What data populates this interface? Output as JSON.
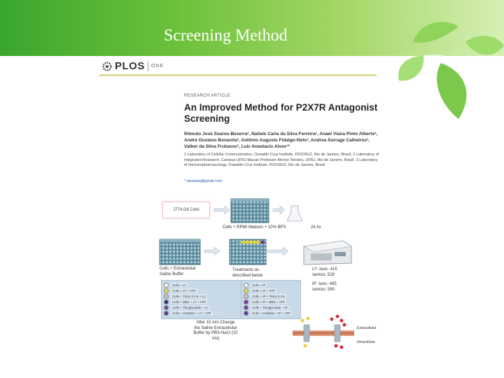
{
  "slide": {
    "title": "Screening Method"
  },
  "paper": {
    "journal": "PLOS",
    "journal_sub": "ONE",
    "article_type": "RESEARCH ARTICLE",
    "title": "An Improved Method for P2X7R Antagonist Screening",
    "authors": "Rômulo José Soares-Bezerra¹, Natiele Carla da Silva Ferreira¹, Anael Viana Pinto Alberto¹, André Gustavo Bonavita², Antônio Augusto Fidalgo-Neto¹, Andrea Surrage Calheiros³, Valber da Silva Frutuoso³, Luiz Anastacio Alves¹*",
    "affiliations": "1 Laboratory of Cellular Communication, Oswaldo Cruz Institute, FIOCRUZ, Rio de Janeiro, Brazil, 2 Laboratory of Integrated Research, Campus UFRJ Macaé Professor Aloísio Teixeira, UFRJ, Rio de Janeiro, Brazil, 3 Laboratory of Immunopharmacology, Oswaldo Cruz Institute, FIOCRUZ, Rio de Janeiro, Brazil",
    "email": "* alveslaa@gmail.com"
  },
  "scheme": {
    "cells_label": "J774.G8 Cells",
    "medium_label": "Cells + RPMI Medium + 10% BFS",
    "time_label": "24 hs",
    "saline_label": "Cells + Extracelular Saline Buffer",
    "treatments_label": "Treatments as described below",
    "ly_label": "LY: λexc: 415 λemiss: 528",
    "ip_label": "IP: λexc: 485 λemiss: 590",
    "after_label": "After 15 min Change the Saline Extracellular Buffer by PBS-NaCl (10 Vm)",
    "extracellular_label": "Extracellular",
    "intracellular_label": "Intracellular",
    "left_rows": [
      {
        "label": "Cells + LY",
        "color": "#ffffff"
      },
      {
        "label": "Cells + LY + ATP",
        "color": "#f0e040"
      },
      {
        "label": "Cells + Triton 0.1% + LY",
        "color": "#c8c8c8"
      },
      {
        "label": "Cells + BBG + LY + ATP",
        "color": "#3a2a8a"
      },
      {
        "label": "Cells + Thioglycolate + LY",
        "color": "#6a4aa8"
      },
      {
        "label": "Cells + Ouabain + LY + ATP",
        "color": "#5a3a9a"
      }
    ],
    "right_rows": [
      {
        "label": "Cells + IP",
        "color": "#ffffff"
      },
      {
        "label": "Cells + IP + ATP",
        "color": "#f0e040"
      },
      {
        "label": "Cells + IP + Triton 0.1%",
        "color": "#c8c8c8"
      },
      {
        "label": "Cells + IP + BBG + ATP",
        "color": "#8a2aa8"
      },
      {
        "label": "Cells + Thioglycolate + IP",
        "color": "#6a4aa8"
      },
      {
        "label": "Cells + Ouabain + IP + ATP",
        "color": "#5a3a9a"
      }
    ]
  },
  "colors": {
    "banner": "#4caf3a",
    "leaf": "#7cc84a",
    "plate": "#6a98a8"
  }
}
